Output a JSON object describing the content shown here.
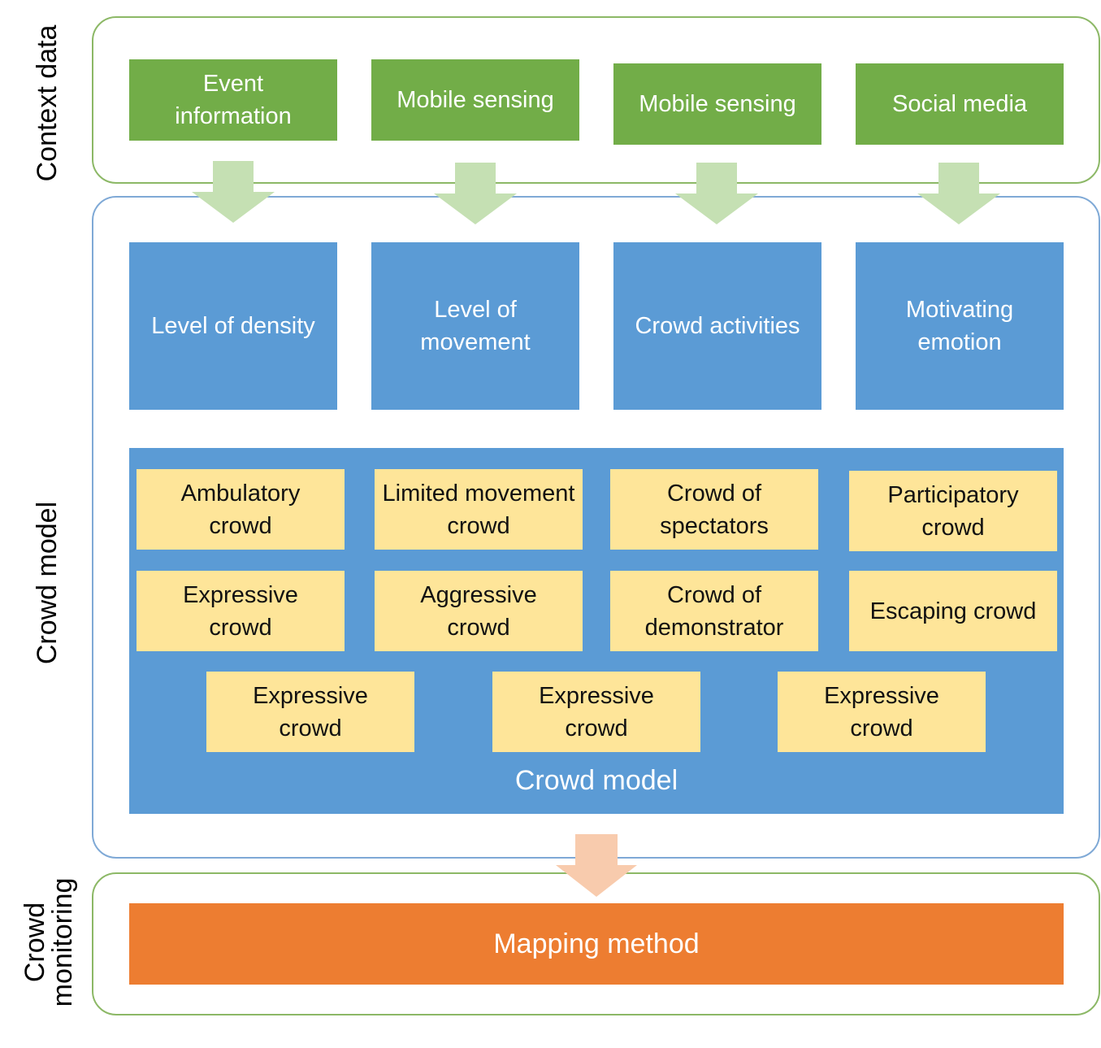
{
  "sections": {
    "context": {
      "label": "Context data"
    },
    "model": {
      "label": "Crowd model"
    },
    "monitoring": {
      "label_line1": "Crowd",
      "label_line2": "monitoring"
    }
  },
  "context_boxes": [
    {
      "text": "Event\ninformation"
    },
    {
      "text": "Mobile sensing"
    },
    {
      "text": "Mobile sensing"
    },
    {
      "text": "Social media"
    }
  ],
  "factor_boxes": [
    {
      "text": "Level of density"
    },
    {
      "text": "Level of\nmovement"
    },
    {
      "text": "Crowd activities"
    },
    {
      "text": "Motivating\nemotion"
    }
  ],
  "crowd_types": {
    "row1": [
      "Ambulatory\ncrowd",
      "Limited movement\ncrowd",
      "Crowd of\nspectators",
      "Participatory\ncrowd"
    ],
    "row2": [
      "Expressive\ncrowd",
      "Aggressive\ncrowd",
      "Crowd of\ndemonstrator",
      "Escaping crowd"
    ],
    "row3": [
      "Expressive\ncrowd",
      "Expressive\ncrowd",
      "Expressive\ncrowd"
    ]
  },
  "crowd_model_area_label": "Crowd model",
  "mapping_box": {
    "text": "Mapping method"
  },
  "colors": {
    "green_box": "#72ad48",
    "green_arrow": "#c5e0b3",
    "blue_box": "#5b9bd5",
    "yellow_box": "#fee599",
    "orange_box": "#ed7d31",
    "orange_arrow": "#f8cbad",
    "green_border": "#8cb866",
    "blue_border": "#7fa9d6"
  }
}
